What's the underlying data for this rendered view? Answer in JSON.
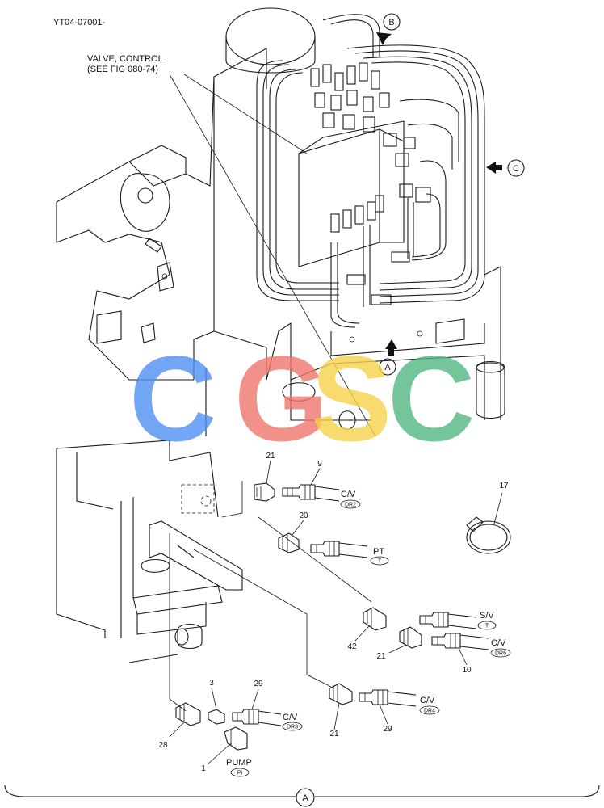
{
  "drawing_id": "YT04-07001-",
  "valve_label": {
    "line1": "VALVE, CONTROL",
    "line2": "(SEE FIG 080-74)"
  },
  "view_markers": {
    "a": "A",
    "b": "B",
    "c": "C",
    "bottom": "A"
  },
  "part_numbers": {
    "p21_top": "21",
    "p9": "9",
    "p20": "20",
    "p17": "17",
    "p42": "42",
    "p21_mid": "21",
    "p10": "10",
    "p3": "3",
    "p29_left": "29",
    "p28": "28",
    "p1": "1",
    "p21_bottom": "21",
    "p29_right": "29"
  },
  "port_labels": {
    "cv_dr2": {
      "text": "C/V",
      "tag": "DR2"
    },
    "pt_t": {
      "text": "PT",
      "tag": "T"
    },
    "sv_t": {
      "text": "S/V",
      "tag": "T"
    },
    "cv_dr6": {
      "text": "C/V",
      "tag": "DR6"
    },
    "cv_dr3": {
      "text": "C/V",
      "tag": "DR3"
    },
    "cv_dr4": {
      "text": "C/V",
      "tag": "DR4"
    },
    "pump_pi": {
      "text": "PUMP",
      "tag": "Pi"
    }
  },
  "watermark": {
    "letters": [
      "C",
      "G",
      "S",
      "C"
    ],
    "colors": [
      "#4f8ff2",
      "#f0766c",
      "#f7d34c",
      "#53b783"
    ]
  }
}
